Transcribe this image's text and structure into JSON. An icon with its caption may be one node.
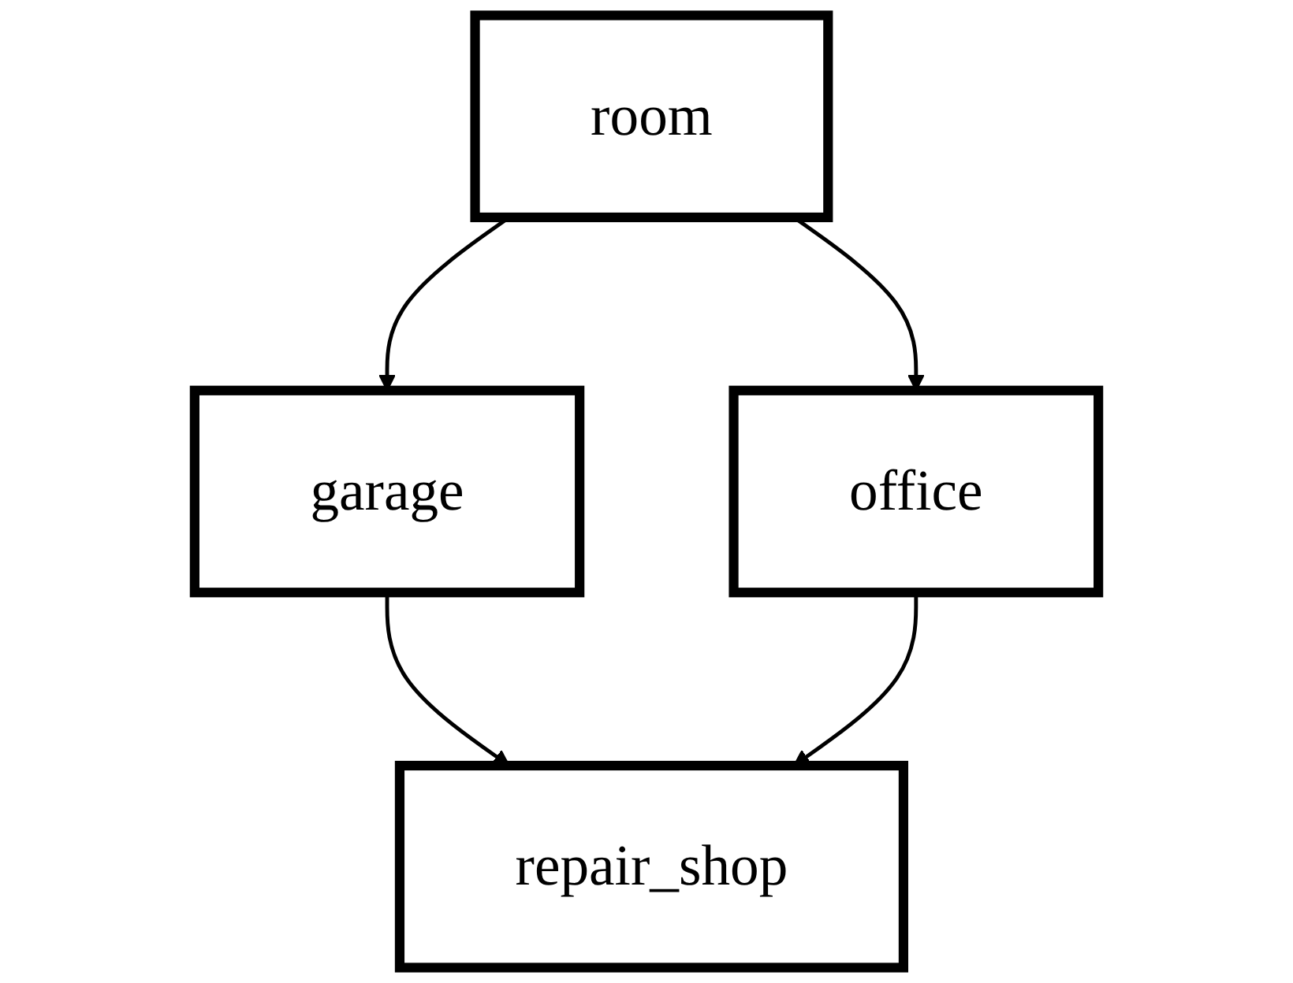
{
  "diagram": {
    "nodes": [
      {
        "text": [
          "room"
        ]
      },
      {
        "text": [
          "garage"
        ]
      },
      {
        "text": [
          "office"
        ]
      },
      {
        "text": [
          "repair_shop"
        ]
      }
    ],
    "edges": [
      {
        "from": 0,
        "to": 1,
        "arrow": "to"
      },
      {
        "from": 0,
        "to": 2,
        "arrow": "to"
      },
      {
        "from": 1,
        "to": 3,
        "arrow": "to"
      },
      {
        "from": 2,
        "to": 3,
        "arrow": "to"
      }
    ]
  }
}
